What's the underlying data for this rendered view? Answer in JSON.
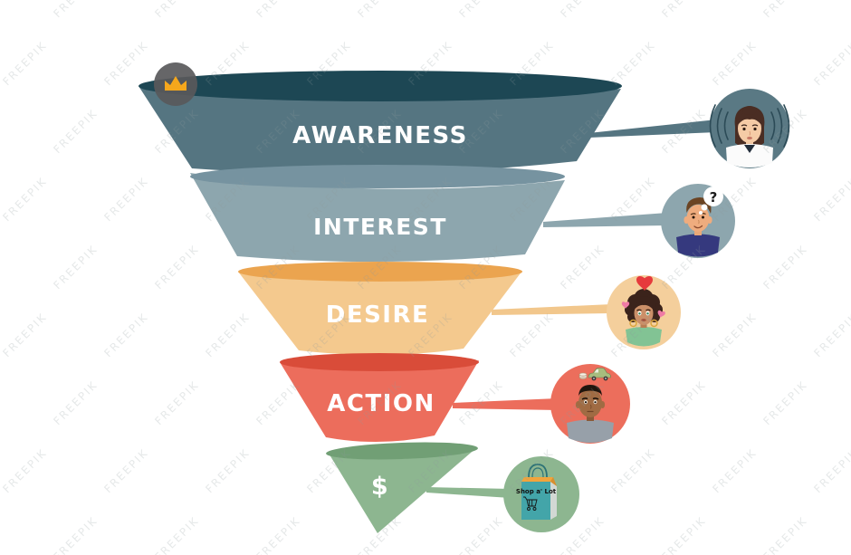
{
  "image": {
    "kind": "marketing-funnel-illustration",
    "background": "#ffffff",
    "label_color": "#ffffff"
  },
  "watermark": {
    "text": "FREEPIK"
  },
  "premium_badge": {
    "icon": "crown-icon",
    "crown_color": "#f5a71c",
    "badge_color": "#59595b"
  },
  "funnel": {
    "stages": [
      {
        "label": "AWARENESS",
        "icon": "woman-sound-waves-icon",
        "colors": {
          "body": "#557581",
          "mouth": "#1d4754",
          "connector": "#557581",
          "circle": "#5a7984"
        }
      },
      {
        "label": "INTEREST",
        "icon": "man-question-thought-icon",
        "colors": {
          "body": "#8da6ae",
          "mouth": "#7693a0",
          "connector": "#8da6ae",
          "circle": "#8da6ae"
        }
      },
      {
        "label": "DESIRE",
        "icon": "woman-hearts-icon",
        "colors": {
          "body": "#f4c98e",
          "mouth": "#eba44f",
          "connector": "#f2c78c",
          "circle": "#f4cf9c"
        }
      },
      {
        "label": "ACTION",
        "icon": "man-buying-car-icon",
        "colors": {
          "body": "#ec6d5c",
          "mouth": "#d94c39",
          "connector": "#ec6d5c",
          "circle": "#ec6e5c"
        }
      },
      {
        "label": "$",
        "icon": "shopping-bag-icon",
        "colors": {
          "body": "#8db690",
          "mouth": "#719f75",
          "connector": "#8db690",
          "circle": "#8db690"
        }
      }
    ]
  },
  "details": {
    "interest_thought_symbol": "?",
    "purchase_bag_label": "Shop a' Lot"
  }
}
